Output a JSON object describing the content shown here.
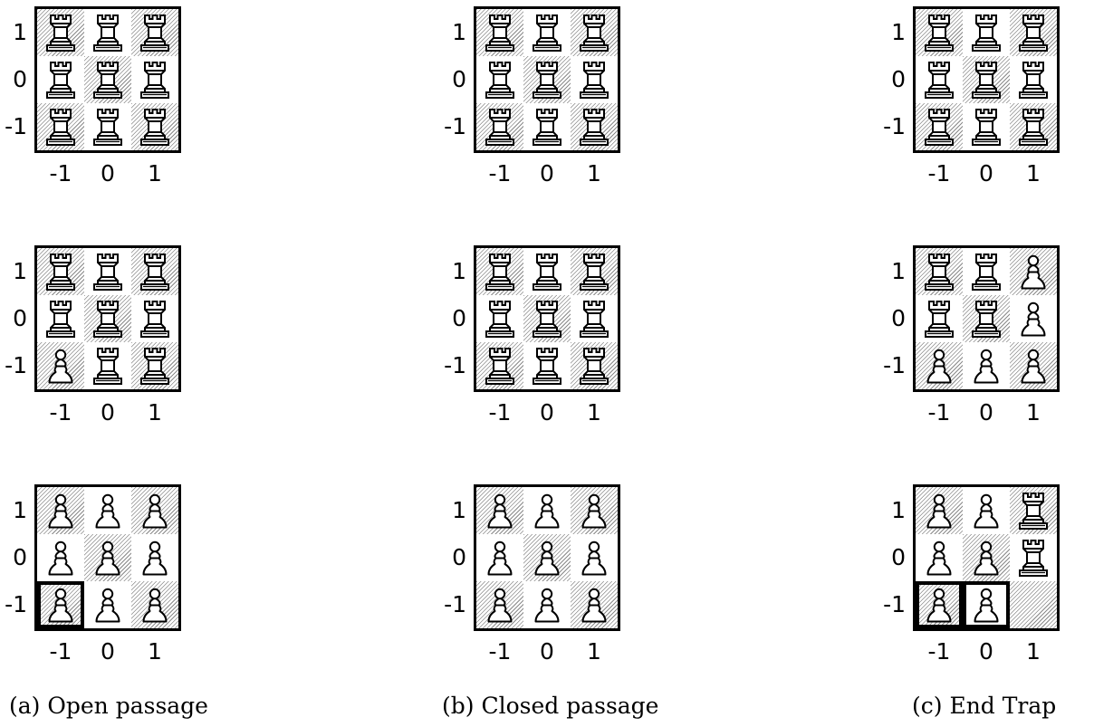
{
  "tick_labels": {
    "y": [
      "1",
      "0",
      "-1"
    ],
    "x": [
      "-1",
      "0",
      "1"
    ]
  },
  "pieces": {
    "R": "rook-icon",
    "P": "pawn-icon"
  },
  "captions": [
    "(a) Open passage",
    "(b) Closed passage",
    "(c) End Trap"
  ],
  "panels": [
    {
      "column": 0,
      "row": 0,
      "board": [
        [
          "R",
          "R",
          "R"
        ],
        [
          "R",
          "R",
          "R"
        ],
        [
          "R",
          "R",
          "R"
        ]
      ],
      "highlight": []
    },
    {
      "column": 0,
      "row": 1,
      "board": [
        [
          "R",
          "R",
          "R"
        ],
        [
          "R",
          "R",
          "R"
        ],
        [
          "P",
          "R",
          "R"
        ]
      ],
      "highlight": []
    },
    {
      "column": 0,
      "row": 2,
      "board": [
        [
          "P",
          "P",
          "P"
        ],
        [
          "P",
          "P",
          "P"
        ],
        [
          "P",
          "P",
          "P"
        ]
      ],
      "highlight": [
        [
          2,
          0
        ]
      ]
    },
    {
      "column": 1,
      "row": 0,
      "board": [
        [
          "R",
          "R",
          "R"
        ],
        [
          "R",
          "R",
          "R"
        ],
        [
          "R",
          "R",
          "R"
        ]
      ],
      "highlight": []
    },
    {
      "column": 1,
      "row": 1,
      "board": [
        [
          "R",
          "R",
          "R"
        ],
        [
          "R",
          "R",
          "R"
        ],
        [
          "R",
          "R",
          "R"
        ]
      ],
      "highlight": []
    },
    {
      "column": 1,
      "row": 2,
      "board": [
        [
          "P",
          "P",
          "P"
        ],
        [
          "P",
          "P",
          "P"
        ],
        [
          "P",
          "P",
          "P"
        ]
      ],
      "highlight": []
    },
    {
      "column": 2,
      "row": 0,
      "board": [
        [
          "R",
          "R",
          "R"
        ],
        [
          "R",
          "R",
          "R"
        ],
        [
          "R",
          "R",
          "R"
        ]
      ],
      "highlight": []
    },
    {
      "column": 2,
      "row": 1,
      "board": [
        [
          "R",
          "R",
          "P"
        ],
        [
          "R",
          "R",
          "P"
        ],
        [
          "P",
          "P",
          "P"
        ]
      ],
      "highlight": []
    },
    {
      "column": 2,
      "row": 2,
      "board": [
        [
          "P",
          "P",
          "R"
        ],
        [
          "P",
          "P",
          "R"
        ],
        [
          "P",
          "P",
          ""
        ]
      ],
      "highlight": [
        [
          2,
          0
        ],
        [
          2,
          1
        ]
      ]
    }
  ]
}
